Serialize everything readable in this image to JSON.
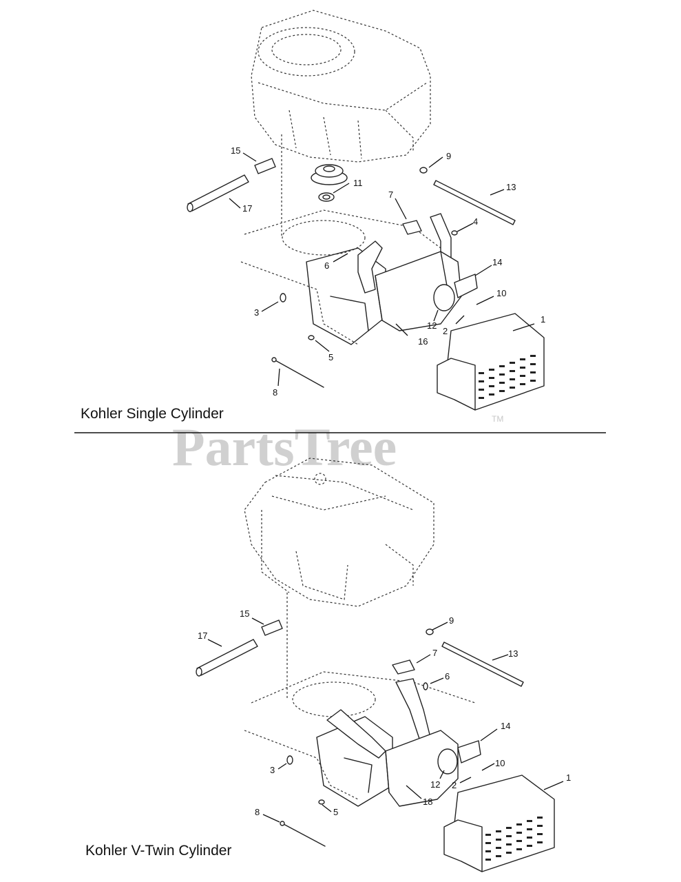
{
  "watermark": {
    "text": "PartsTree",
    "trademark": "TM"
  },
  "sections": [
    {
      "caption": "Kohler Single Cylinder",
      "callouts": [
        "1",
        "2",
        "3",
        "4",
        "5",
        "6",
        "7",
        "8",
        "9",
        "10",
        "11",
        "12",
        "13",
        "14",
        "15",
        "16",
        "17"
      ]
    },
    {
      "caption": "Kohler V-Twin Cylinder",
      "callouts": [
        "1",
        "2",
        "3",
        "5",
        "6",
        "7",
        "8",
        "9",
        "10",
        "12",
        "13",
        "14",
        "15",
        "17",
        "18"
      ]
    }
  ]
}
